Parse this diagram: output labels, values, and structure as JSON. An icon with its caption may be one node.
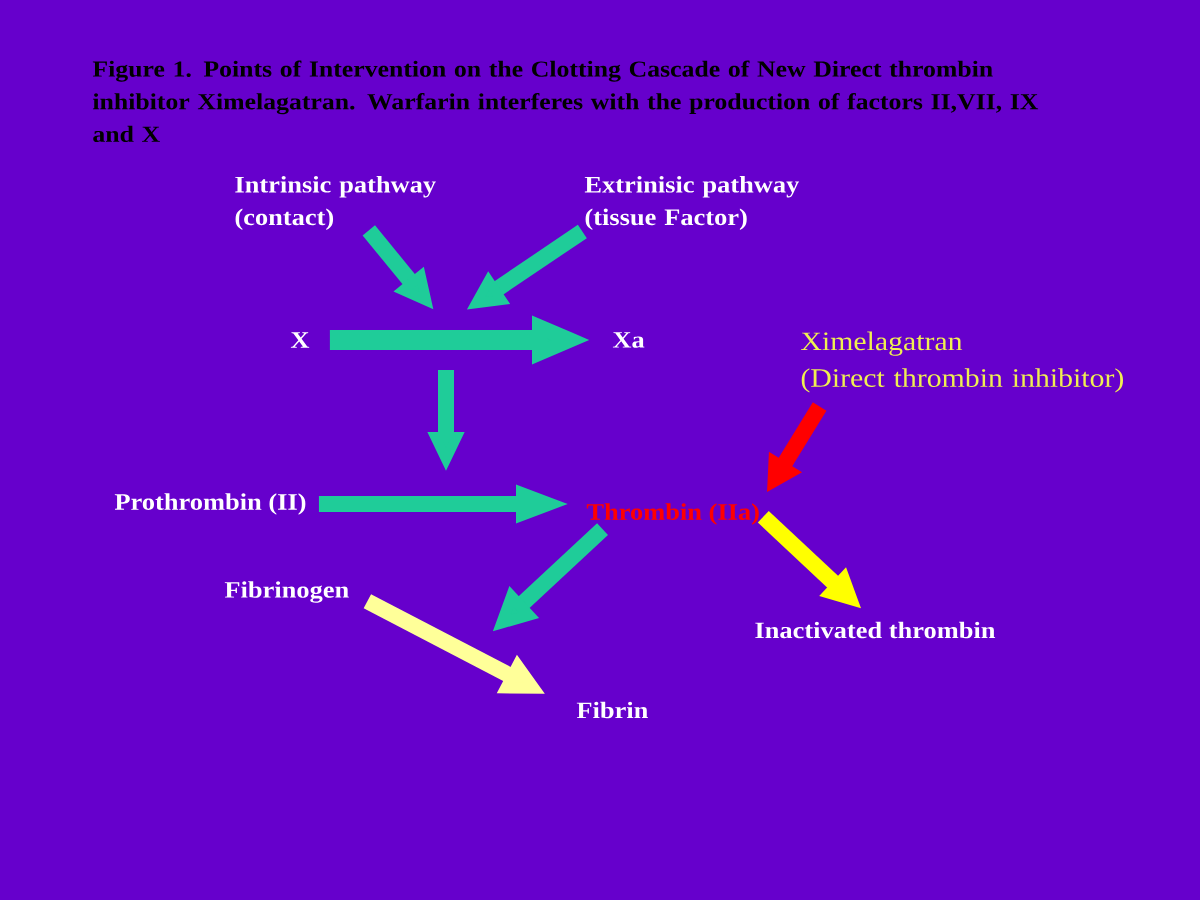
{
  "diagram": {
    "title": "Figure 1. Points of Intervention on the Clotting Cascade of New Direct thrombin inhibitor Ximelagatran. Warfarin interferes with the production of factors II,VII, IX and X",
    "nodes": [
      {
        "text": [
          "Intrinsic pathway (contact)"
        ]
      },
      {
        "text": [
          "Extrinisic pathway (tissue Factor)"
        ]
      },
      {
        "text": [
          "X"
        ]
      },
      {
        "text": [
          "Xa"
        ]
      },
      {
        "text": [
          "Ximelagatran (Direct thrombin inhibitor)"
        ]
      },
      {
        "text": [
          "Prothrombin (II)"
        ]
      },
      {
        "text": [
          "Thrombin (IIa)"
        ]
      },
      {
        "text": [
          "Fibrinogen"
        ]
      },
      {
        "text": [
          "Inactivated thrombin"
        ]
      },
      {
        "text": [
          "Fibrin"
        ]
      }
    ],
    "edges": [
      {
        "from": 0,
        "to": null,
        "arrow": "to"
      },
      {
        "from": 1,
        "to": null,
        "arrow": "to"
      },
      {
        "from": 2,
        "to": 3,
        "arrow": "to"
      },
      {
        "from": 5,
        "to": 6,
        "arrow": "to"
      },
      {
        "from": 4,
        "to": 6,
        "arrow": "to",
        "color": "#ff0000"
      },
      {
        "from": 6,
        "to": 8,
        "arrow": "to",
        "color": "#ffff00"
      },
      {
        "from": 6,
        "to": null,
        "arrow": "to"
      },
      {
        "from": 7,
        "to": 9,
        "arrow": "to",
        "color": "#ffff99"
      }
    ]
  }
}
